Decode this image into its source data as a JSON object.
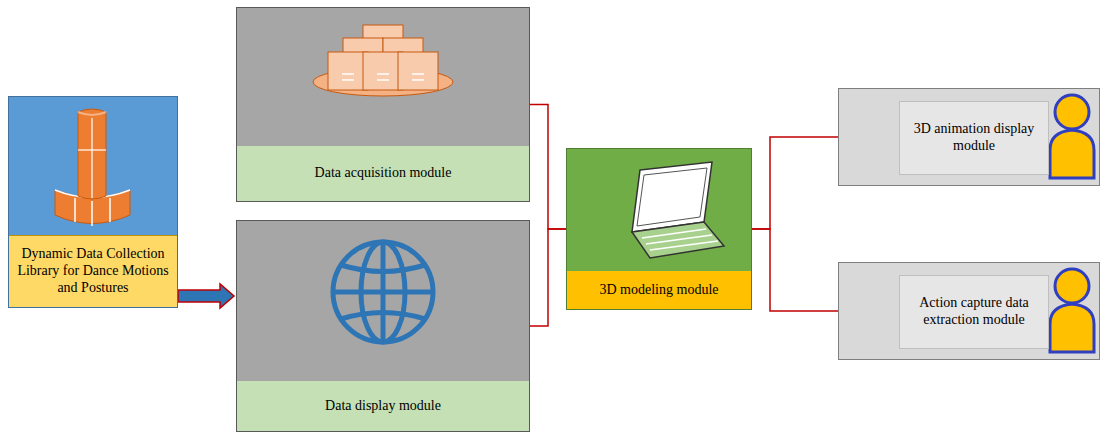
{
  "diagram": {
    "nodes": [
      {
        "text": [
          "Dynamic Data Collection Library for Dance Motions and Postures"
        ]
      },
      {
        "text": [
          "Data acquisition module"
        ]
      },
      {
        "text": [
          "Data display module"
        ]
      },
      {
        "text": [
          "3D modeling module"
        ]
      },
      {
        "text": [
          "3D animation display module"
        ]
      },
      {
        "text": [
          "Action capture data extraction module"
        ]
      }
    ],
    "edges": [
      {
        "from": 0,
        "to": 2,
        "arrow": "to"
      },
      {
        "from": 1,
        "to": 3,
        "arrow": "none"
      },
      {
        "from": 2,
        "to": 3,
        "arrow": "none"
      },
      {
        "from": 3,
        "to": 4,
        "arrow": "none"
      },
      {
        "from": 3,
        "to": 5,
        "arrow": "none"
      }
    ]
  }
}
